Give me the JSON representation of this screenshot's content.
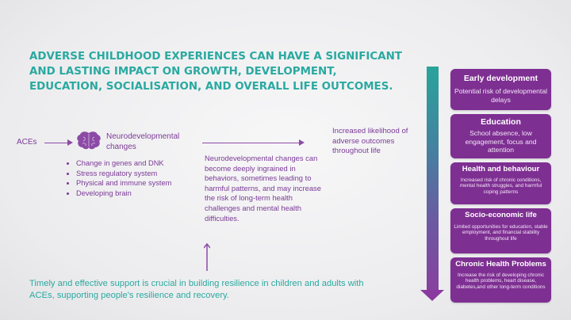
{
  "headline": "ADVERSE CHILDHOOD EXPERIENCES CAN HAVE A SIGNIFICANT AND LASTING IMPACT ON GROWTH, DEVELOPMENT, EDUCATION, SOCIALISATION, AND OVERALL LIFE OUTCOMES.",
  "aces_label": "ACEs",
  "neuro": {
    "title": "Neurodevelopmental changes",
    "bullets": [
      "Change in genes and DNK",
      "Stress regulatory system",
      "Physical and immune system",
      "Developing brain"
    ]
  },
  "middle_text": "Neurodevelopmental changes can become deeply ingrained in behaviors, sometimes leading to harmful patterns, and may increase the risk of long-term health challenges and mental health difficulties.",
  "outcome_text": "Increased likelihood of adverse outcomes throughout life",
  "footer": "Timely and effective support is crucial in building resilience in children and adults with ACEs, supporting people's resilience and recovery.",
  "colors": {
    "teal": "#2aa9a0",
    "purple": "#7b3a96",
    "card_purple": "#7e2f92"
  },
  "icons": {
    "brain": "brain-icon"
  },
  "outcomes": [
    {
      "title": "Early development",
      "desc": "Potential risk of developmental delays"
    },
    {
      "title": "Education",
      "desc": "School absence, low engagement, focus and attention"
    },
    {
      "title": "Health and behaviour",
      "desc": "Increased risk of chronic conditions, mental health struggles, and harmful coping patterns"
    },
    {
      "title": "Socio-economic life",
      "desc": "Limited opportunities for education, stable employment, and financial stability throughout life"
    },
    {
      "title": "Chronic Health Problems",
      "desc": "Increase the risk of developing chronic health problems, heart disease, diabetes,and other long-term conditions"
    }
  ]
}
